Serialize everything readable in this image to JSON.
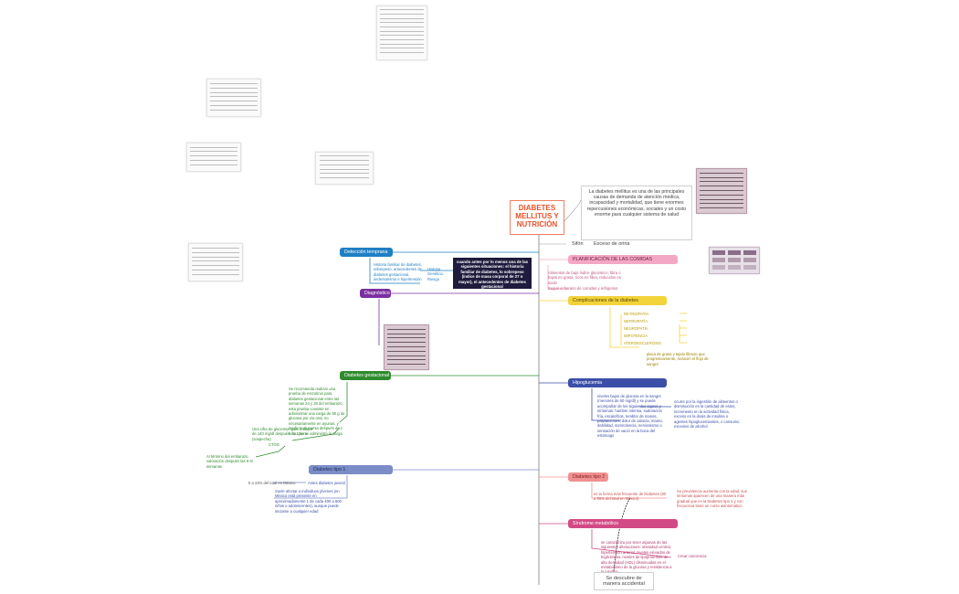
{
  "map": {
    "central_title": "DIABETES MELLITUS Y NUTRICIÓN",
    "intro_text": "La diabetes mellitus es una de las principales causas de demanda de atención médica, incapacidad y mortalidad, que tiene enormes repercusiones económicas, sociales y un costo enorme para cualquier sistema de salud",
    "sidebar_words": [
      "Sifón",
      "Exceso de orina"
    ]
  },
  "topics": {
    "deteccion": {
      "label": "Detección temprana",
      "notes": "Historia familiar de diabetes, sobrepeso, antecedentes de diabetes gestacional, sedentarismo e hipertensión",
      "side_note": "Historia Genética Riesgo",
      "highlight": "cuando antes por lo menos una de las siguientes situaciones: el historia familiar de diabetes, lo sobrepeso (índice de masa corporal de 27 o mayor), el antecedentes de diabetes gestacional"
    },
    "diagnostico": {
      "label": "Diagnóstico"
    },
    "gestacional": {
      "label": "Diabetes gestacional",
      "note1": "Se recomienda realizar una prueba de escrutinio para diabetes gestacional entre las semanas 24 y 28 del embarazo; esta prueba consiste en administrar una carga de 50 g de glucosa por vía oral, no necesariamente en ayunas, y medir la glucemia después de 1 hora que se administró la carga",
      "note2": "Una cifra de glucemia igual o mayor de 140 mg/dl después de 1 hora (sospecha)",
      "note3": "CTOG",
      "note4": "Al término del embarazo, valoración después las 6–8 semanas"
    },
    "tipo1": {
      "label": "Diabetes tipo 1",
      "left_note": "5 a 24% del total en México",
      "small": "Antes diabetes juvenil",
      "detail": "Suele afectar a individuos jóvenes (en México está presente en aproximadamente 1 de cada 400 a 600 niños o adolescentes), aunque puede iniciarse a cualquier edad"
    },
    "planificacion": {
      "label": "PLANIFICACIÓN DE LAS COMIDAS",
      "note1": "Alimentos de bajo índice glucémico, fibra o bajos en grasa, ricos en fibra, reducidos en sodio",
      "note2": "Seguir el horario de comidas y refrigerios"
    },
    "complicaciones": {
      "label": "Complicaciones de la diabetes",
      "items": [
        "RETINOPATÍA",
        "NEFROPATÍA",
        "NEUROPATÍA",
        "IMPOTENCIA",
        "ATEROESCLEROSIS"
      ],
      "footer": "placa de grasa y tejido fibroso que progresivamente, reducen el flujo de sangre"
    },
    "hipoglucemia": {
      "label": "Hipoglucemia",
      "note": "niveles bajos de glucosa en la sangre (menores de 60 mg/dl) y se puede acompañar de los siguientes signos y síntomas: hambre intensa, sudoración fría, escalofríos, temblor de manos, palpitaciones, dolor de cabeza, mareo, debilidad, somnolencia, nerviosismo o sensación de vacío en la boca del estómago",
      "side": "ocurre por la ingestión de alimentos o disminución en la cantidad de estos, incremento en la actividad física, exceso en la dosis de insulina o agentes hipoglucemiantes, o consumo excesivo de alcohol"
    },
    "tipo2": {
      "label": "Diabetes tipo 2",
      "note": "es la forma más frecuente de Diabetes (80 a 95% del total en México)",
      "side": "Su prevalencia aumenta con la edad, sus síntomas aparecen de una manera más gradual que en la Diabetes tipo 1 y con frecuencia tiene un curso asintomático"
    },
    "metabolico": {
      "label": "Síndrome metabólico",
      "note": "se caracteriza por tener algunas de las siguientes alteraciones: obesidad central, hipertensión arterial, niveles elevados de triglicéridos, niveles de lipoproteínas de alta densidad (HDL) disminuidas en el metabolismo de la glucosa y resistencia a la insulina",
      "side": "Crear conciencia",
      "accident": "Se descubre de manera accidental"
    }
  },
  "colors": {
    "blue": "#1f7fc4",
    "purple": "#7b2fa0",
    "green": "#2e8b2e",
    "slate": "#7b8cc7",
    "pink": "#f4a7c4",
    "yellow": "#f2d33a",
    "navy": "#3b4fa8",
    "salmon": "#f09090",
    "magenta": "#d24a85",
    "accent": "#e8502a"
  }
}
